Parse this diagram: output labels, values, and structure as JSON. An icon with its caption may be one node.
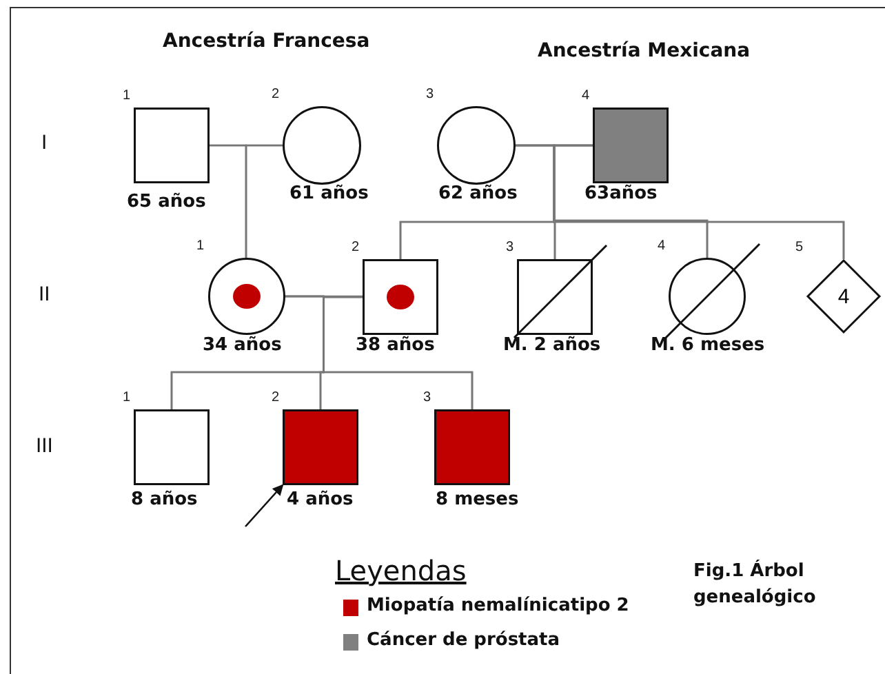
{
  "diagram": {
    "caption": "Fig.1 Árbol genealógico",
    "nodes": [
      {
        "text": [],
        "shape": "box",
        "beside": [
          "1",
          "65 años"
        ]
      },
      {
        "text": [],
        "shape": "circle",
        "beside": [
          "2",
          "61 años"
        ]
      },
      {
        "text": [],
        "shape": "circle",
        "beside": [
          "3",
          "62 años"
        ]
      },
      {
        "text": [],
        "shape": "box",
        "beside": [
          "4",
          "63años"
        ]
      },
      {
        "text": [],
        "shape": "circle",
        "beside": [
          "1",
          "34 años"
        ]
      },
      {
        "text": [],
        "shape": "box",
        "beside": [
          "2",
          "38 años"
        ]
      },
      {
        "text": [],
        "shape": "box",
        "beside": [
          "3",
          "M. 2 años"
        ]
      },
      {
        "text": [],
        "shape": "circle",
        "beside": [
          "4",
          "M. 6 meses"
        ]
      },
      {
        "text": [
          "4"
        ],
        "beside": [
          "5"
        ]
      },
      {
        "text": [],
        "shape": "box",
        "beside": [
          "1",
          "8 años"
        ]
      },
      {
        "text": [],
        "shape": "box",
        "beside": [
          "2",
          "4 años"
        ]
      },
      {
        "text": [],
        "shape": "box",
        "beside": [
          "3",
          "8 meses"
        ]
      }
    ],
    "edges": [
      {
        "from": 0,
        "to": 1,
        "arrow": "none"
      },
      {
        "from": 2,
        "to": 3,
        "arrow": "none"
      },
      {
        "from": 0,
        "to": 4,
        "arrow": "none"
      },
      {
        "from": 1,
        "to": 4,
        "arrow": "none"
      },
      {
        "from": 2,
        "to": 5,
        "arrow": "none"
      },
      {
        "from": 3,
        "to": 5,
        "arrow": "none"
      },
      {
        "from": 2,
        "to": 6,
        "arrow": "none"
      },
      {
        "from": 3,
        "to": 6,
        "arrow": "none"
      },
      {
        "from": 2,
        "to": 7,
        "arrow": "none"
      },
      {
        "from": 3,
        "to": 7,
        "arrow": "none"
      },
      {
        "from": 2,
        "to": 8,
        "arrow": "none"
      },
      {
        "from": 3,
        "to": 8,
        "arrow": "none"
      },
      {
        "from": 4,
        "to": 5,
        "arrow": "none"
      },
      {
        "from": 4,
        "to": 9,
        "arrow": "none"
      },
      {
        "from": 5,
        "to": 9,
        "arrow": "none"
      },
      {
        "from": 4,
        "to": 10,
        "arrow": "none"
      },
      {
        "from": 5,
        "to": 10,
        "arrow": "none"
      },
      {
        "from": 4,
        "to": 11,
        "arrow": "none"
      },
      {
        "from": 5,
        "to": 11,
        "arrow": "none"
      },
      {
        "from": null,
        "to": 10,
        "arrow": "to",
        "color": "#111111"
      }
    ],
    "labels": [
      "Ancestría Francesa",
      "Ancestría Mexicana",
      "I",
      "II",
      "III",
      "Leyendas"
    ],
    "legend": [
      {
        "text": "Miopatía nemalínicatipo 2",
        "color": "#c00000"
      },
      {
        "text": "Cáncer de próstata",
        "color": "#808080"
      }
    ]
  }
}
